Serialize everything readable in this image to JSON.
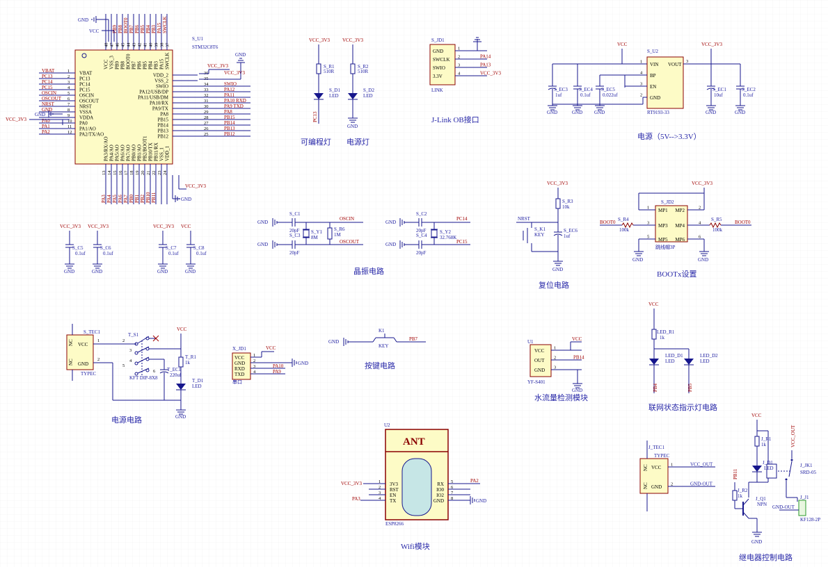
{
  "mcu": {
    "ref": "S_U1",
    "part": "STM32C8T6",
    "left_pins": [
      {
        "num": "1",
        "name": "VBAT",
        "net": "VBAT"
      },
      {
        "num": "2",
        "name": "PC13",
        "net": "PC13"
      },
      {
        "num": "3",
        "name": "PC14",
        "net": "PC14"
      },
      {
        "num": "4",
        "name": "PC15",
        "net": "PC15"
      },
      {
        "num": "5",
        "name": "OSCIN",
        "net": "OSCIN"
      },
      {
        "num": "6",
        "name": "OSCOUT",
        "net": "OSCOUT"
      },
      {
        "num": "7",
        "name": "NRST",
        "net": "NRST"
      },
      {
        "num": "8",
        "name": "VSSA",
        "net": "GND"
      },
      {
        "num": "9",
        "name": "VDDA",
        "net": ""
      },
      {
        "num": "10",
        "name": "PA0",
        "net": "PA0"
      },
      {
        "num": "11",
        "name": "PA1/AO",
        "net": "PA1"
      },
      {
        "num": "12",
        "name": "PA2/TX/AO",
        "net": "PA2"
      }
    ],
    "right_pins": [
      {
        "num": "36",
        "name": "VDD_2",
        "net": "VCC_3V3"
      },
      {
        "num": "35",
        "name": "VSS_2",
        "net": ""
      },
      {
        "num": "34",
        "name": "SWIO",
        "net": "SWIO"
      },
      {
        "num": "33",
        "name": "PA12/USB/DP",
        "net": "PA12"
      },
      {
        "num": "32",
        "name": "PA11/USB/DM",
        "net": "PA11"
      },
      {
        "num": "31",
        "name": "PA10/RX",
        "net": "PA10  RXD"
      },
      {
        "num": "30",
        "name": "PA9/TX",
        "net": "PA9    TXD"
      },
      {
        "num": "29",
        "name": "PA8",
        "net": "PA8"
      },
      {
        "num": "28",
        "name": "PB15",
        "net": "PB15"
      },
      {
        "num": "27",
        "name": "PB14",
        "net": "PB14"
      },
      {
        "num": "26",
        "name": "PB13",
        "net": "PB13"
      },
      {
        "num": "25",
        "name": "PB12",
        "net": "PB12"
      }
    ],
    "top_pins": [
      "VCC",
      "VSS_3",
      "PB9",
      "PB8",
      "BOOT0",
      "PB7",
      "PB6",
      "PB5",
      "PB4",
      "PB3",
      "PA15",
      "SWCLK"
    ],
    "top_nums": [
      "48",
      "47",
      "46",
      "45",
      "44",
      "43",
      "42",
      "41",
      "40",
      "39",
      "38",
      "37"
    ],
    "top_nets": [
      "",
      "",
      "PB9",
      "PB8",
      "BOOT0",
      "PB7",
      "PB6",
      "PB5",
      "PB4",
      "PB3",
      "PA15",
      "SWCLK"
    ],
    "bottom_pins": [
      "PA3/RX/AO",
      "PA4/AO",
      "PA5/AO",
      "PA6/AO",
      "PA7/AO",
      "PB0/AO",
      "PB1/AO",
      "PB2/BOOT1",
      "PB10/TX",
      "PB11/RX",
      "VSS_1",
      "VDD_1"
    ],
    "bottom_nums": [
      "13",
      "14",
      "15",
      "16",
      "17",
      "18",
      "19",
      "20",
      "21",
      "22",
      "23",
      "24"
    ],
    "bottom_nets": [
      "PA3",
      "PA4",
      "PA5",
      "PA6",
      "PA7",
      "PB0",
      "PB1",
      "PB2",
      "PB10",
      "PB11",
      "",
      ""
    ],
    "gnd": "GND",
    "vcc": "VCC",
    "vcc3": "VCC_3V3",
    "vcc3_left": "VCC_3V3"
  },
  "decoupling": [
    {
      "supply": "VCC_3V3",
      "ref": "S_C5",
      "val": "0.1uf"
    },
    {
      "supply": "VCC_3V3",
      "ref": "S_C6",
      "val": "0.1uf"
    },
    {
      "supply": "VCC_3V3",
      "ref": "S_C7",
      "val": "0.1uf"
    },
    {
      "supply": "VCC",
      "ref": "S_C8",
      "val": "0.1uf"
    }
  ],
  "led_prog": {
    "supply": "VCC_3V3",
    "r_ref": "S_R1",
    "r_val": "510R",
    "d_ref": "S_D1",
    "d_val": "LED",
    "net": "PC13",
    "title": "可编程灯"
  },
  "led_power": {
    "supply": "VCC_3V3",
    "r_ref": "S_R2",
    "r_val": "510R",
    "d_ref": "S_D2",
    "d_val": "LED",
    "gnd": "GND",
    "title": "电源灯"
  },
  "jlink": {
    "ref": "S_JD1",
    "val": "LINK",
    "title": "J-Link OB接口",
    "pins": [
      {
        "name": "GND",
        "num": "1",
        "net": "GND"
      },
      {
        "name": "SWCLK",
        "num": "2",
        "net": "PA14"
      },
      {
        "name": "SWIO",
        "num": "3",
        "net": "PA13"
      },
      {
        "name": "3.3V",
        "num": "4",
        "net": "VCC_3V3"
      }
    ]
  },
  "power": {
    "title": "电源（5V-->3.3V）",
    "vin_net": "VCC",
    "vout_net": "VCC_3V3",
    "reg_ref": "S_U2",
    "reg_val": "RT9193-33",
    "reg_pins": [
      {
        "num": "1",
        "name": "VIN"
      },
      {
        "num": "4",
        "name": "BP"
      },
      {
        "num": "3",
        "name": "EN"
      },
      {
        "num": "2",
        "name": "GND"
      }
    ],
    "out_pin": {
      "num": "3",
      "name": "VOUT"
    },
    "caps": [
      {
        "ref": "S_EC3",
        "val": "1uf"
      },
      {
        "ref": "S_EC4",
        "val": "0.1uf"
      },
      {
        "ref": "S_EC5",
        "val": "0.022uf"
      },
      {
        "ref": "S_EC1",
        "val": "10uf"
      },
      {
        "ref": "S_EC2",
        "val": "0.1uf"
      }
    ]
  },
  "crystal": {
    "title": "晶振电路",
    "c1": {
      "ref": "S_C1",
      "val": "20pF"
    },
    "c3": {
      "ref": "S_C3",
      "val": "20pF"
    },
    "y1": {
      "ref": "S_Y1",
      "val": "8M"
    },
    "r6": {
      "ref": "S_R6",
      "val": "1M"
    },
    "net_in": "OSCIN",
    "net_out": "OSCOUT",
    "c2": {
      "ref": "S_C2",
      "val": "20pF"
    },
    "c4": {
      "ref": "S_C4",
      "val": "20pF"
    },
    "y2": {
      "ref": "S_Y2",
      "val": "32.768K"
    },
    "net_14": "PC14",
    "net_15": "PC15"
  },
  "reset": {
    "title": "复位电路",
    "supply": "VCC_3V3",
    "r_ref": "S_R3",
    "r_val": "10k",
    "net": "NRST",
    "k_ref": "S_K1",
    "k_val": "KEY",
    "c_ref": "S_EC6",
    "c_val": "1uf"
  },
  "boot": {
    "title": "BOOTx设置",
    "supply": "VCC_3V3",
    "ref": "S_JD2",
    "val": "跳线帽3P",
    "pins": [
      {
        "num": "1",
        "name": "MP1"
      },
      {
        "num": "2",
        "name": "MP2"
      },
      {
        "num": "3",
        "name": "MP3"
      },
      {
        "num": "4",
        "name": "MP4"
      },
      {
        "num": "5",
        "name": "MP5"
      },
      {
        "num": "6",
        "name": "MP6"
      }
    ],
    "r4": {
      "ref": "S_R4",
      "val": "100k"
    },
    "r5": {
      "ref": "S_R5",
      "val": "100k"
    },
    "net_l": "BOOT0",
    "net_r": "BOOT0"
  },
  "psu": {
    "title": "电源电路",
    "conn_ref": "S_TEC1",
    "conn_val": "TYPEC",
    "pins": [
      {
        "name": "VCC",
        "num": "1"
      },
      {
        "name": "GND",
        "num": "2"
      }
    ],
    "nc": "NC",
    "sw_ref": "T_S1",
    "sw_val": "KFT DIP-8X8",
    "sw_nums": [
      "2",
      "3",
      "4",
      "5",
      "6"
    ],
    "ec_ref": "T_EC1",
    "ec_val": "220uf",
    "r_ref": "T_R1",
    "r_val": "1k",
    "d_ref": "T_D1",
    "d_val": "LED",
    "vcc": "VCC"
  },
  "xjd1": {
    "ref": "X_JD1",
    "val": "串口",
    "pins": [
      {
        "name": "VCC",
        "num": "1",
        "net": "VCC"
      },
      {
        "name": "GND",
        "num": "2",
        "net": "GND"
      },
      {
        "name": "RXD",
        "num": "3",
        "net": "PA10"
      },
      {
        "name": "TXD",
        "num": "4",
        "net": "PA9"
      }
    ]
  },
  "key": {
    "title": "按键电路",
    "ref": "K1",
    "val": "KEY",
    "net": "PB7"
  },
  "flow": {
    "title": "水流量检测模块",
    "ref": "U1",
    "val": "YF-S401",
    "pins": [
      {
        "name": "VCC",
        "num": "1",
        "net": "VCC"
      },
      {
        "name": "OUT",
        "num": "2",
        "net": "PB14"
      },
      {
        "name": "GND",
        "num": "3",
        "net": "GND"
      }
    ]
  },
  "netled": {
    "title": "联网状态指示灯电路",
    "supply": "VCC",
    "r_ref": "LED_R1",
    "r_val": "1k",
    "d1_ref": "LED_D1",
    "d1_val": "LED",
    "d1_net": "PB4",
    "d2_ref": "LED_D2",
    "d2_val": "LED",
    "d2_net": "PB5"
  },
  "wifi": {
    "title": "Wifi模块",
    "ref": "U2",
    "val": "ESP8266",
    "ant": "ANT",
    "left": [
      {
        "name": "3V3",
        "num": "1",
        "net": "VCC_3V3"
      },
      {
        "name": "RST",
        "num": "2",
        "net": ""
      },
      {
        "name": "EN",
        "num": "3",
        "net": ""
      },
      {
        "name": "TX",
        "num": "4",
        "net": "PA3"
      }
    ],
    "right": [
      {
        "name": "RX",
        "num": "5",
        "net": "PA2"
      },
      {
        "name": "IO0",
        "num": "6",
        "net": ""
      },
      {
        "name": "IO2",
        "num": "7",
        "net": ""
      },
      {
        "name": "GND",
        "num": "8",
        "net": "GND"
      }
    ]
  },
  "relay_power": {
    "ref": "J_TEC1",
    "val": "TYPEC",
    "nc": "NC",
    "pins": [
      {
        "name": "VCC",
        "num": "1",
        "net": "VCC_OUT"
      },
      {
        "name": "GND",
        "num": "2",
        "net": "GND-OUT"
      }
    ]
  },
  "relay": {
    "title": "继电器控制电路",
    "supply": "VCC",
    "r1": {
      "ref": "J_R1",
      "val": "1k"
    },
    "d1": {
      "ref": "J_D1",
      "val": "LED"
    },
    "r2": {
      "ref": "J_R2",
      "val": "1k"
    },
    "q1": {
      "ref": "J_Q1",
      "val": "NPN"
    },
    "k1": {
      "ref": "J_JK1",
      "val": "SRD-05"
    },
    "j1": {
      "ref": "J_J1",
      "val": "KF128-2P"
    },
    "vout": "VCC_OUT",
    "gout": "GND-OUT",
    "base_net": "PB11"
  }
}
